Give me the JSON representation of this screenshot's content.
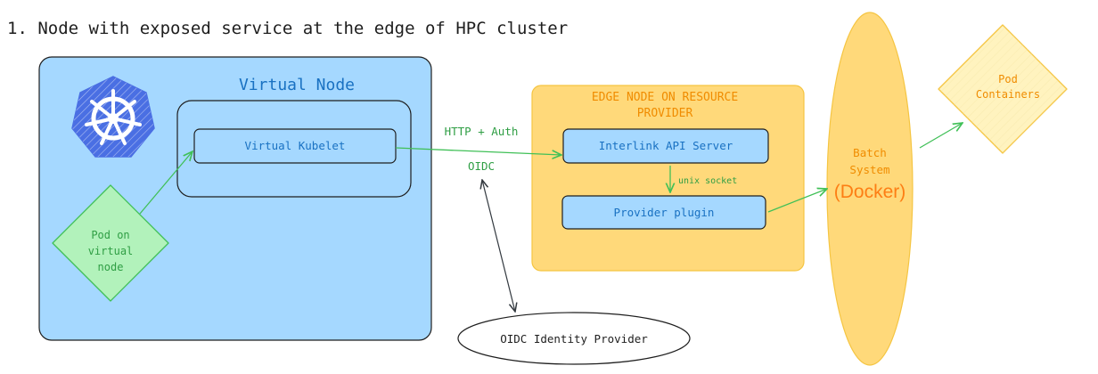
{
  "title": "1. Node with exposed service at the edge of HPC cluster",
  "virtual_node": {
    "label": "Virtual Node",
    "kubelet_label": "Virtual Kubelet",
    "pod_lines": [
      "Pod on",
      "virtual",
      "node"
    ]
  },
  "edge_node": {
    "label_lines": [
      "EDGE NODE ON RESOURCE",
      "PROVIDER"
    ],
    "api_server_label": "Interlink API Server",
    "plugin_label": "Provider plugin",
    "socket_label": "unix socket"
  },
  "connections": {
    "http_auth_label": "HTTP + Auth",
    "oidc_label": "OIDC"
  },
  "batch_system": {
    "label_lines": [
      "Batch",
      "System"
    ],
    "engine_label": "(Docker)"
  },
  "pod_containers": {
    "label_lines": [
      "Pod",
      "Containers"
    ]
  },
  "identity_provider": {
    "label": "OIDC Identity Provider"
  },
  "icons": {
    "kubernetes": "kubernetes-helm-icon"
  },
  "colors": {
    "virtual_node_fill": "#a5d8ff",
    "inner_box_fill": "#a5d8ff",
    "edge_fill": "#ffd97a",
    "edge_title": "#f08c00",
    "batch_fill": "#ffd97a",
    "pod_containers_fill": "#fff3bf",
    "pod_fill": "#b2f2bb",
    "arrow_green": "#40c057",
    "label_green": "#2f9e44",
    "blue_text": "#1971c2",
    "docker_orange": "#fd7e14",
    "k8s_blue": "#4a6fe3"
  }
}
